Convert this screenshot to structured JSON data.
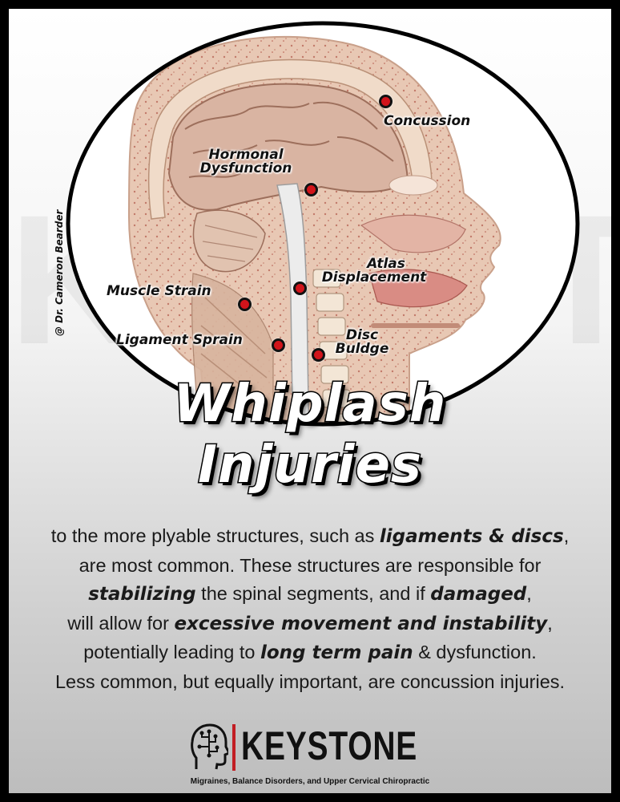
{
  "watermark": "KEYSTONE",
  "copyright": "@ Dr. Cameron Bearder",
  "labels": {
    "concussion": "Concussion",
    "hormonal_1": "Hormonal",
    "hormonal_2": "Dysfunction",
    "atlas_1": "Atlas",
    "atlas_2": "Displacement",
    "muscle": "Muscle Strain",
    "ligament": "Ligament Sprain",
    "disc_1": "Disc",
    "disc_2": "Buldge"
  },
  "headline": {
    "line1": "Whiplash",
    "line2": "Injuries"
  },
  "body": {
    "p1a": "to the more plyable structures, such as ",
    "p1b": "ligaments & discs",
    "p1c": ",",
    "p2": "are most common. These structures are responsible for",
    "p3a": "stabilizing",
    "p3b": " the spinal segments, and if ",
    "p3c": "damaged",
    "p3d": ",",
    "p4a": "will allow for ",
    "p4b": "excessive movement and instability",
    "p4c": ",",
    "p5a": "potentially leading to ",
    "p5b": "long term pain",
    "p5c": " & dysfunction.",
    "p6": "Less common, but equally important, are concussion injuries."
  },
  "brand": {
    "name": "KEYSTONE",
    "tagline": "Migraines, Balance Disorders, and Upper Cervical Chiropractic",
    "accent": "#c21d23"
  },
  "colors": {
    "dot": "#d1141b"
  }
}
